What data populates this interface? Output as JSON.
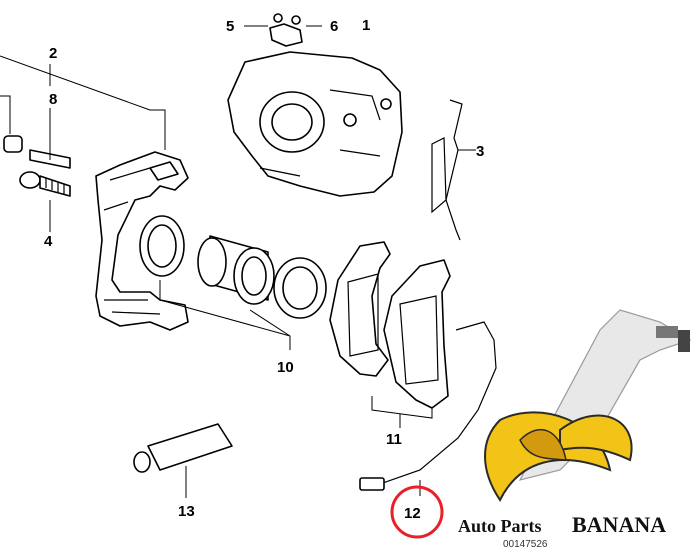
{
  "diagram": {
    "callouts": {
      "c1": "1",
      "c2": "2",
      "c3": "3",
      "c4": "4",
      "c5": "5",
      "c6": "6",
      "c8": "8",
      "c10": "10",
      "c11": "11",
      "c12": "12",
      "c13": "13"
    },
    "highlighted_callout": "12",
    "highlight_color": "#e8202a",
    "reference_number": "00147526"
  },
  "watermark": {
    "line1": "Auto Parts",
    "line2": "BANANA",
    "banana_color": "#f2c418",
    "banana_outline": "#2a2a2a"
  }
}
